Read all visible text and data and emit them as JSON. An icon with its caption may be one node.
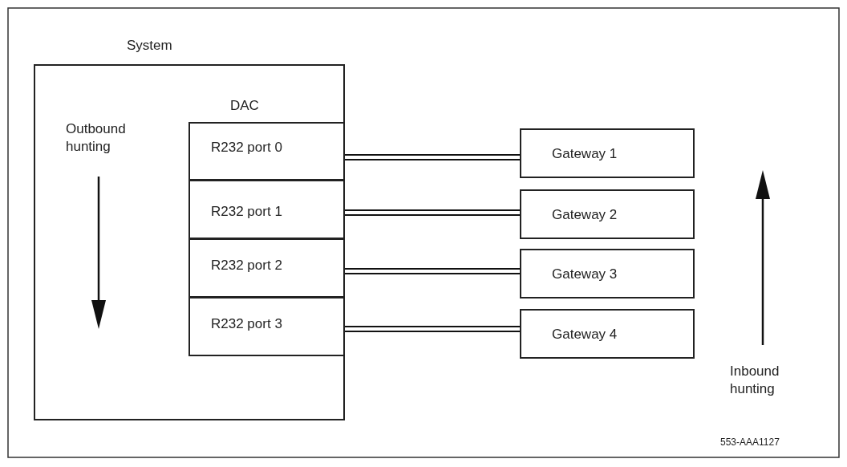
{
  "diagram": {
    "nodes": [
      {
        "text": [
          "System"
        ]
      },
      {
        "text": [
          "DAC"
        ],
        "in": 0
      },
      {
        "text": [
          "R232 port 0"
        ],
        "in": 1
      },
      {
        "text": [
          "R232 port 1"
        ],
        "in": 1
      },
      {
        "text": [
          "R232 port 2"
        ],
        "in": 1
      },
      {
        "text": [
          "R232 port 3"
        ],
        "in": 1
      },
      {
        "text": [
          "Gateway 1"
        ]
      },
      {
        "text": [
          "Gateway 2"
        ]
      },
      {
        "text": [
          "Gateway 3"
        ]
      },
      {
        "text": [
          "Gateway 4"
        ]
      }
    ],
    "edges": [
      {
        "from": 2,
        "to": 6,
        "arrow": "none"
      },
      {
        "from": 3,
        "to": 7,
        "arrow": "none"
      },
      {
        "from": 4,
        "to": 8,
        "arrow": "none"
      },
      {
        "from": 5,
        "to": 9,
        "arrow": "none"
      }
    ],
    "labels": [
      "Outbound hunting",
      "Inbound hunting",
      "553-AAA1127"
    ]
  }
}
